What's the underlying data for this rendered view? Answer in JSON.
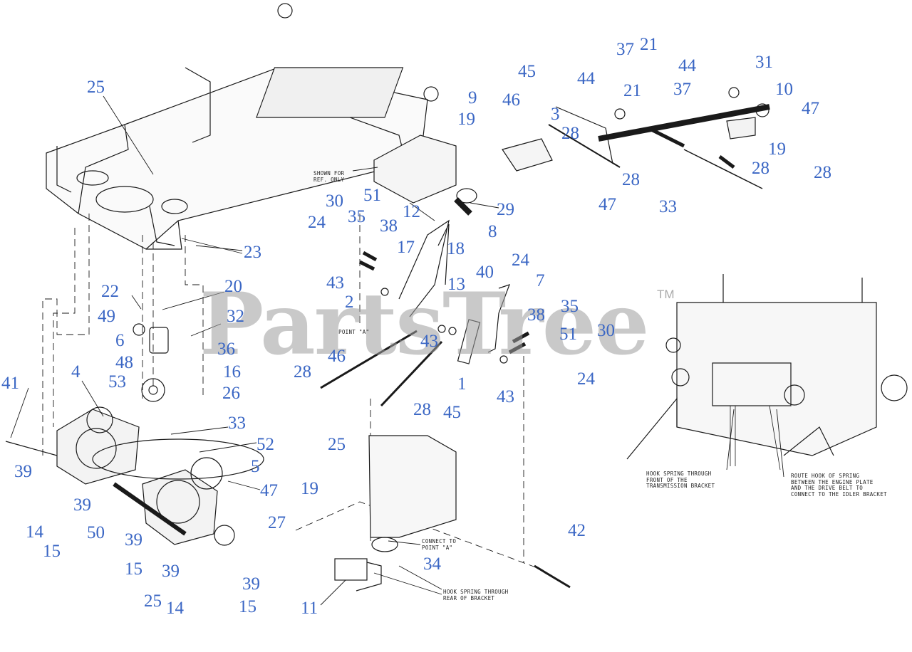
{
  "watermark": {
    "text": "PartsTree",
    "tm": "TM"
  },
  "notes": [
    {
      "id": "shown-for-ref",
      "text": "SHOWN FOR\nREF. ONLY"
    },
    {
      "id": "point-a",
      "text": "POINT \"A\""
    },
    {
      "id": "connect-point-a",
      "text": "CONNECT TO\nPOINT \"A\""
    },
    {
      "id": "hook-rear",
      "text": "HOOK SPRING THROUGH\nREAR OF BRACKET"
    },
    {
      "id": "hook-front",
      "text": "HOOK SPRING THROUGH\nFRONT OF THE\nTRANSMISSION BRACKET"
    },
    {
      "id": "route-hook",
      "text": "ROUTE HOOK OF SPRING\nBETWEEN THE ENGINE PLATE\nAND THE DRIVE BELT TO\nCONNECT TO THE IDLER BRACKET"
    }
  ],
  "callouts": [
    "25",
    "23",
    "22",
    "20",
    "49",
    "6",
    "32",
    "36",
    "48",
    "16",
    "53",
    "26",
    "41",
    "4",
    "33",
    "52",
    "5",
    "47",
    "39",
    "39",
    "14",
    "15",
    "50",
    "39",
    "15",
    "39",
    "39",
    "25",
    "14",
    "15",
    "27",
    "24",
    "30",
    "35",
    "51",
    "38",
    "17",
    "12",
    "29",
    "8",
    "18",
    "43",
    "2",
    "13",
    "40",
    "24",
    "7",
    "43",
    "46",
    "28",
    "1",
    "38",
    "35",
    "51",
    "30",
    "24",
    "43",
    "45",
    "28",
    "25",
    "19",
    "34",
    "11",
    "42",
    "9",
    "45",
    "46",
    "19",
    "3",
    "28",
    "44",
    "37",
    "21",
    "21",
    "37",
    "44",
    "31",
    "10",
    "47",
    "19",
    "28",
    "28",
    "47",
    "28",
    "33"
  ],
  "colors": {
    "callout": "#3a66c4",
    "line": "#1a1a1a",
    "watermark": "#9e9e9e"
  }
}
